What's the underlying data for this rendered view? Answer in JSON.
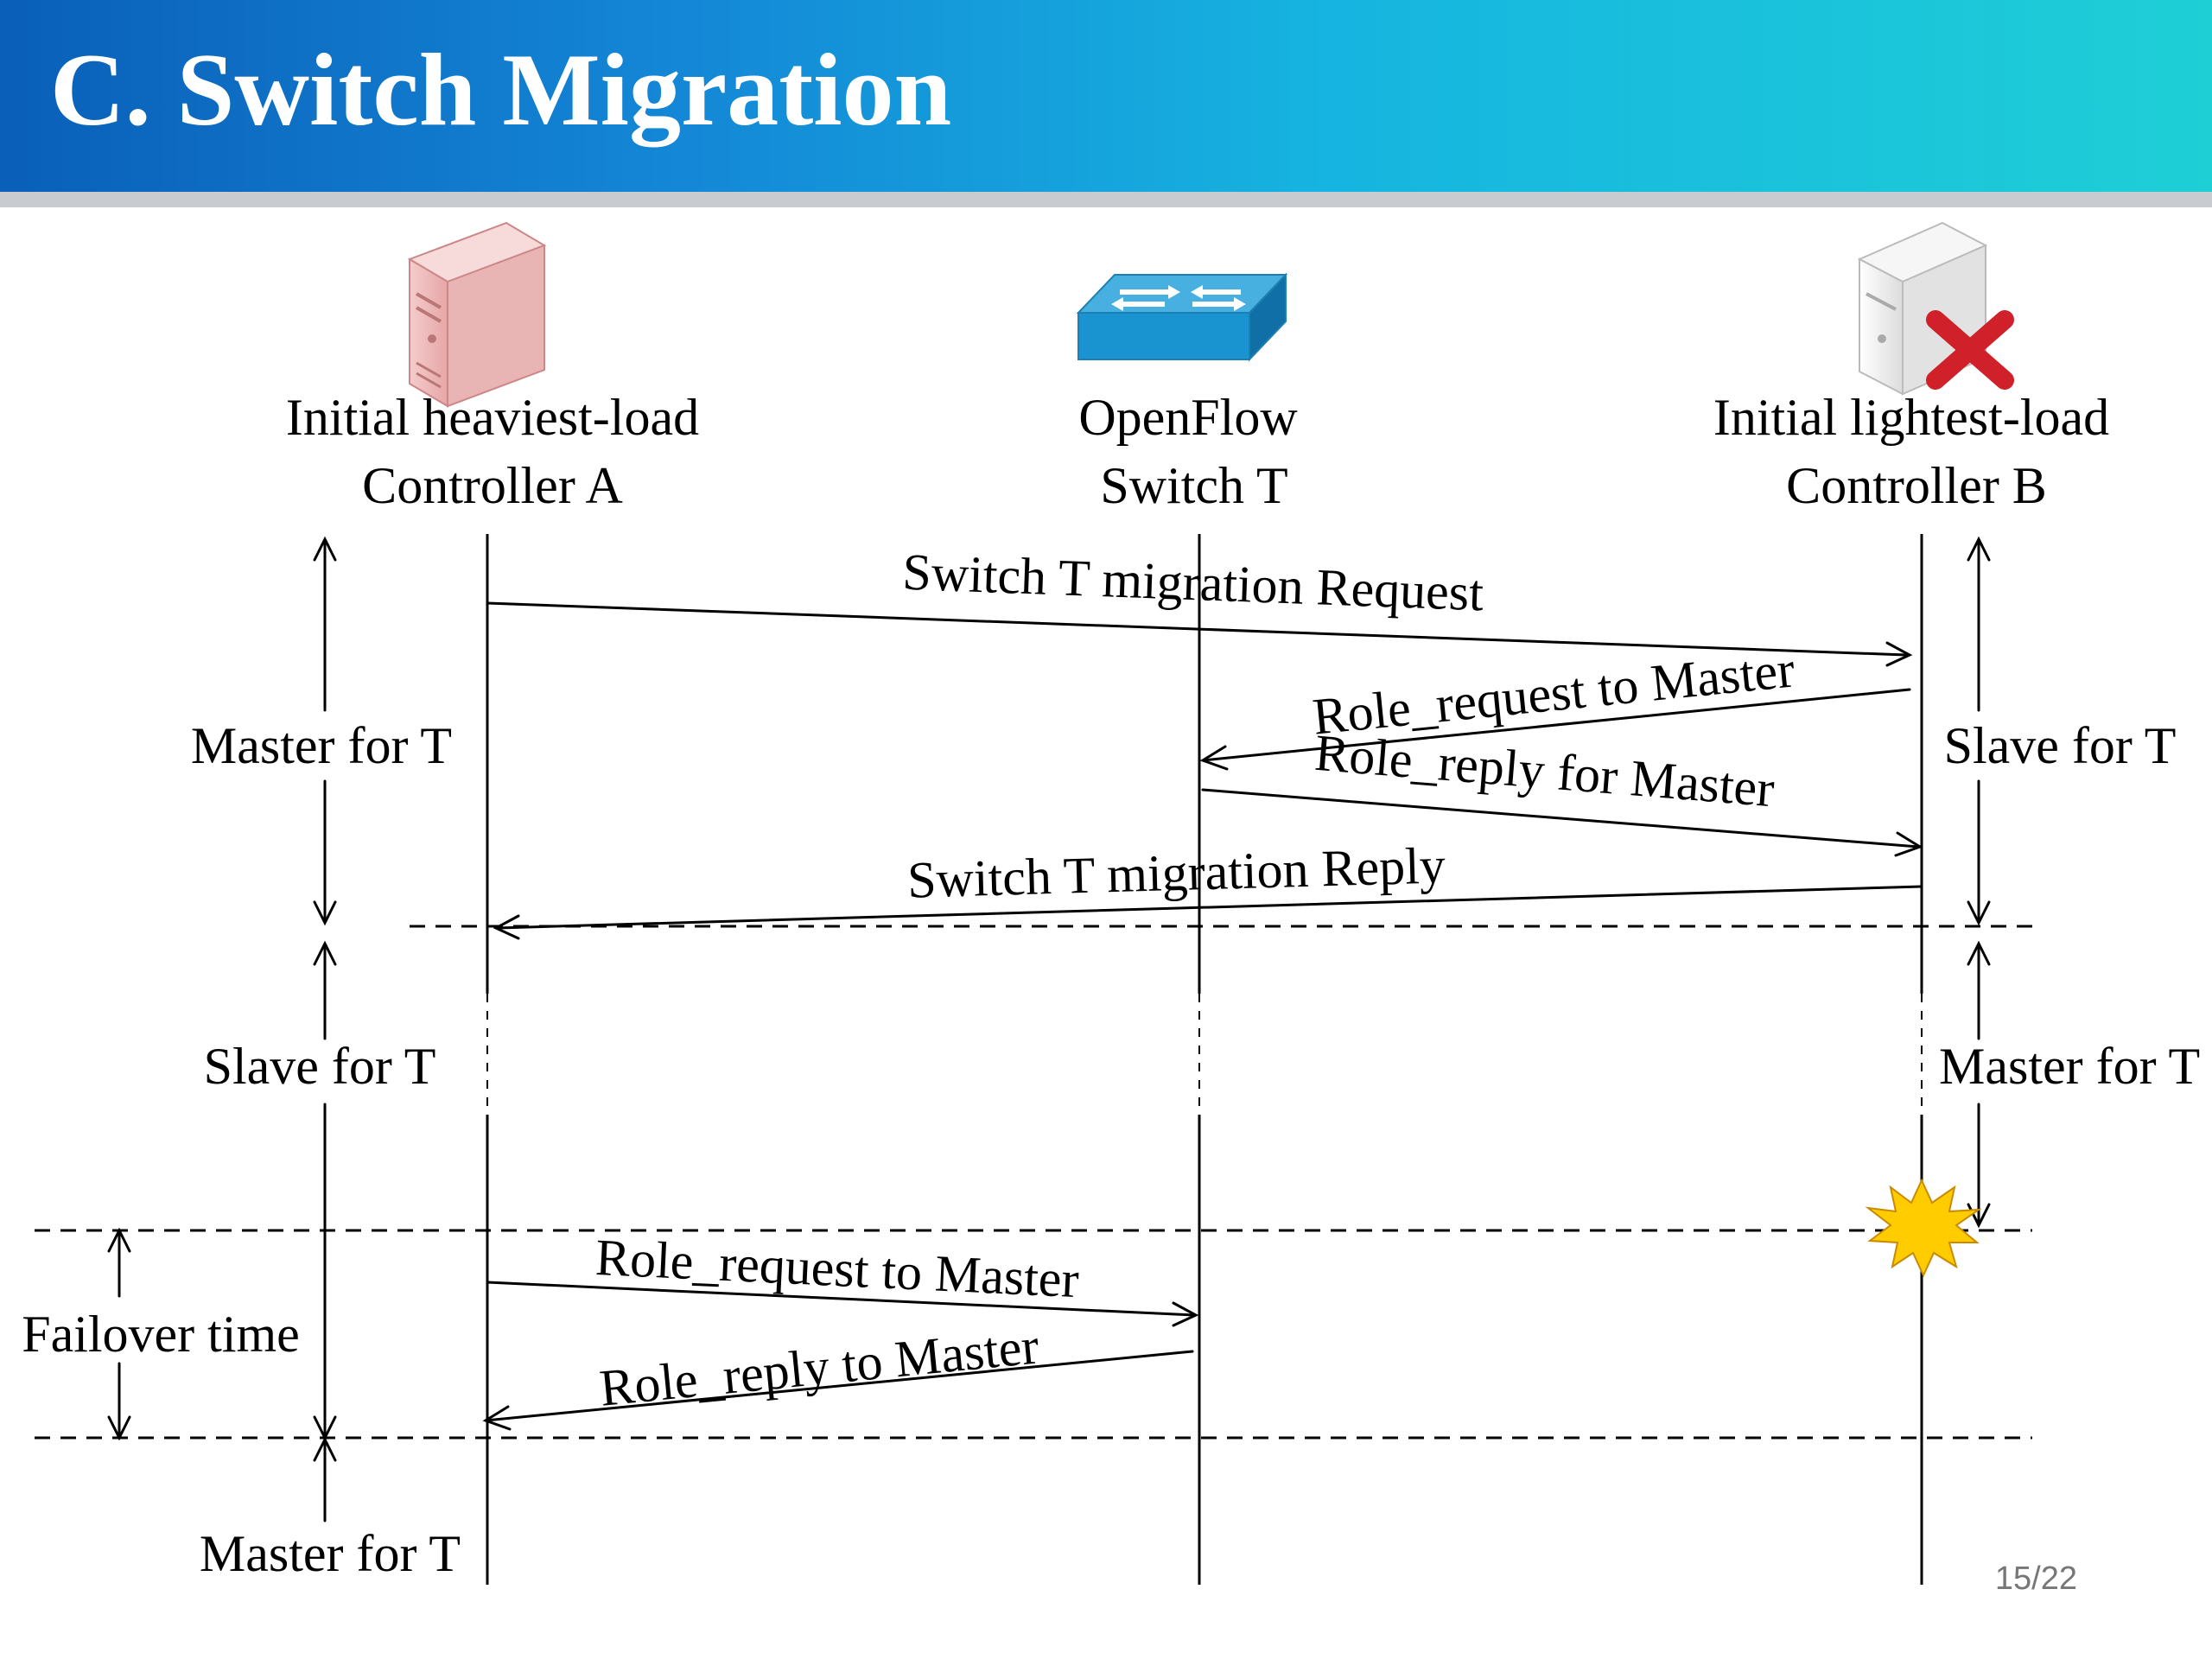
{
  "slide": {
    "title": "C. Switch Migration",
    "page_number": "15/22"
  },
  "entities": {
    "controller_a": {
      "line1": "Initial heaviest-load",
      "line2": "Controller A",
      "icon": "server-icon"
    },
    "switch_t": {
      "line1": "OpenFlow",
      "line2": "Switch T",
      "icon": "network-switch-icon"
    },
    "controller_b": {
      "line1": "Initial lightest-load",
      "line2": "Controller B",
      "icon": "failed-server-icon"
    }
  },
  "messages": {
    "migration_request": "Switch T migration Request",
    "role_request_b": "Role_request to Master",
    "role_reply_b": "Role_reply for Master",
    "migration_reply": "Switch T migration Reply",
    "role_request_a": "Role_request to Master",
    "role_reply_a": "Role_reply to Master"
  },
  "states": {
    "a_master": "Master for T",
    "a_slave": "Slave for T",
    "a_master_final": "Master for T",
    "b_slave": "Slave for T",
    "b_master": "Master for T",
    "failover": "Failover time"
  },
  "colors": {
    "final_state": "#e8151b",
    "failure_star": "#ffcc00"
  }
}
